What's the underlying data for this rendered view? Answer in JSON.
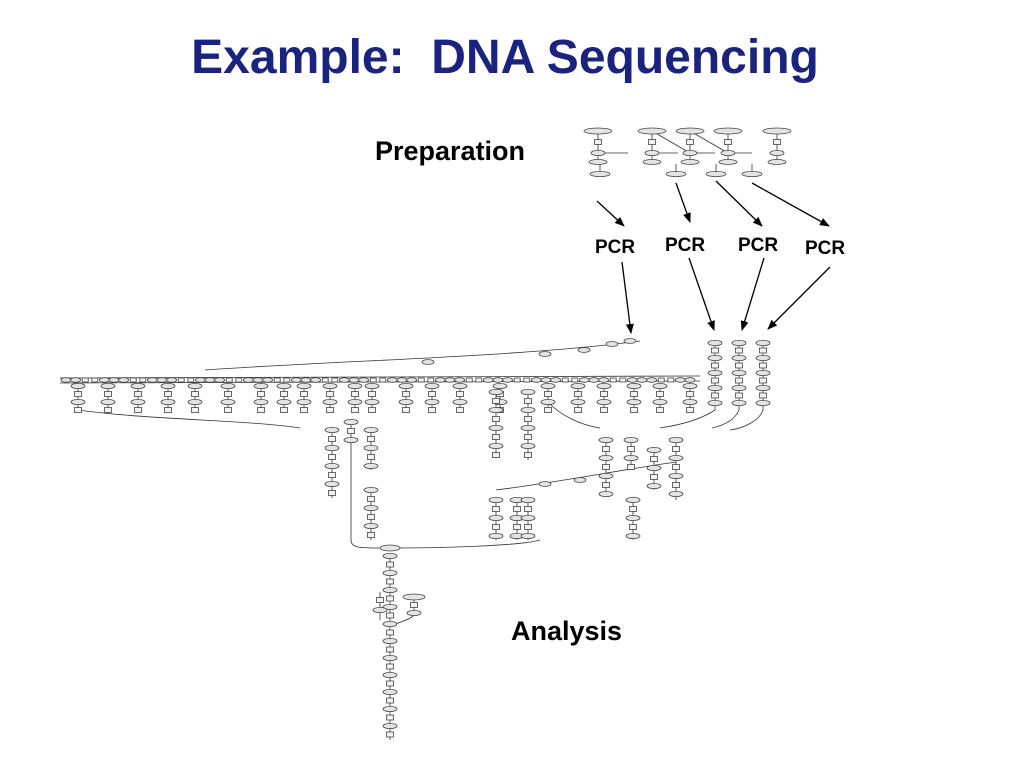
{
  "slide": {
    "title": "Example:  DNA Sequencing",
    "title_color": "#1a237e"
  },
  "diagram": {
    "preparation_label": "Preparation",
    "analysis_label": "Analysis",
    "pcr_labels": [
      "PCR",
      "PCR",
      "PCR",
      "PCR"
    ]
  }
}
